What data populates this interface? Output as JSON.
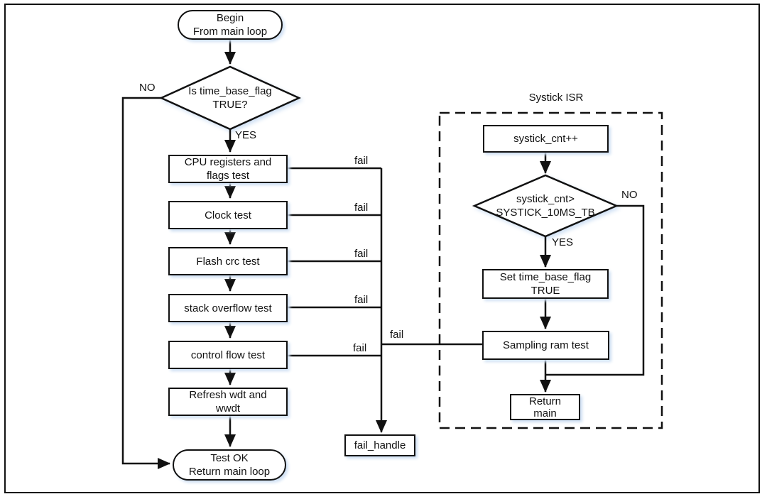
{
  "window": {
    "background": "#ffffff",
    "frame_border": "#111111"
  },
  "diagram": {
    "region_title": "Systick ISR",
    "nodes": {
      "begin": {
        "line1": "Begin",
        "line2": "From main loop"
      },
      "decision_time_base_flag": {
        "line1": "Is time_base_flag",
        "line2": "TRUE?"
      },
      "cpu_registers_test": {
        "line1": "CPU registers and",
        "line2": "flags test"
      },
      "clock_test": {
        "label": "Clock test"
      },
      "flash_crc_test": {
        "label": "Flash crc test"
      },
      "stack_overflow_test": {
        "label": "stack overflow test"
      },
      "control_flow_test": {
        "label": "control flow test"
      },
      "refresh_wdt": {
        "line1": "Refresh wdt and",
        "line2": "wwdt"
      },
      "test_ok": {
        "line1": "Test OK",
        "line2": "Return main loop"
      },
      "fail_handle": {
        "label": "fail_handle"
      },
      "systick_cnt_increment": {
        "label": "systick_cnt++"
      },
      "decision_systick_cnt": {
        "line1": "systick_cnt>",
        "line2": "SYSTICK_10MS_TB"
      },
      "set_time_base_flag": {
        "line1": "Set time_base_flag",
        "line2": "TRUE"
      },
      "sampling_ram_test": {
        "label": "Sampling ram test"
      },
      "return_main": {
        "line1": "Return",
        "line2": "main"
      }
    },
    "edge_labels": {
      "no_left": "NO",
      "yes_left": "YES",
      "no_right": "NO",
      "yes_right": "YES",
      "fail_cpu": "fail",
      "fail_clock": "fail",
      "fail_flash": "fail",
      "fail_stack": "fail",
      "fail_control": "fail",
      "fail_sampling": "fail"
    },
    "colors": {
      "line": "#111111",
      "shadow": "#cfe0f4"
    }
  }
}
